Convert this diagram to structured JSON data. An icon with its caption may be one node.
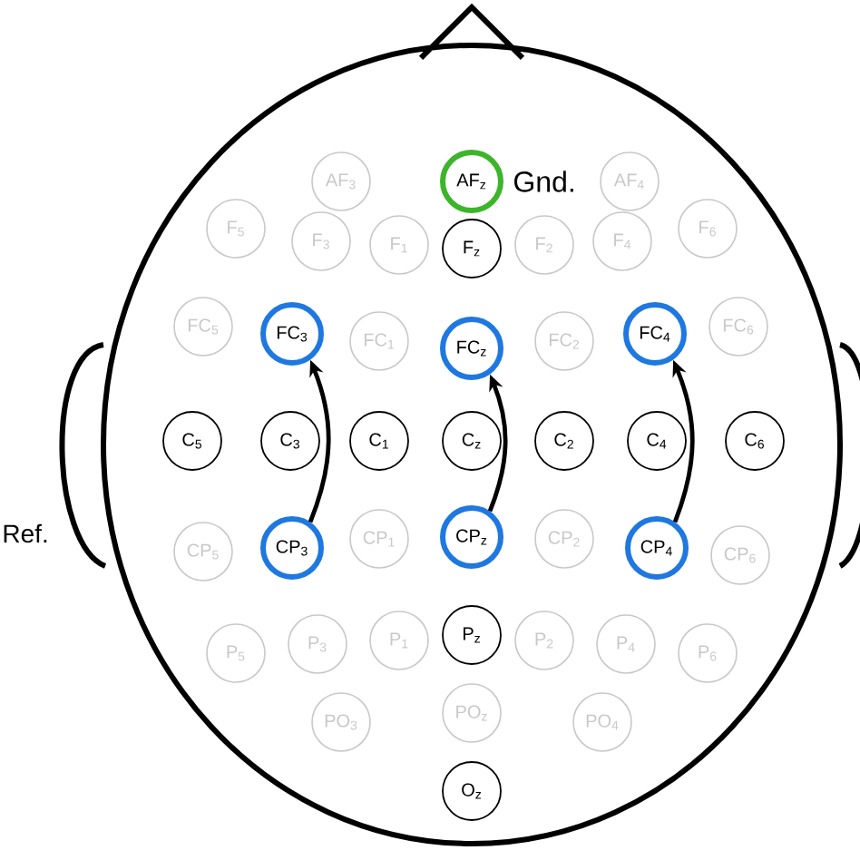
{
  "diagram": {
    "nodes": [
      {
        "text": [
          "AF$_{3}$"
        ]
      },
      {
        "text": [
          "AF$_{z}$"
        ],
        "beside": [
          "Gnd."
        ]
      },
      {
        "text": [
          "AF$_{4}$"
        ]
      },
      {
        "text": [
          "F$_{5}$"
        ]
      },
      {
        "text": [
          "F$_{3}$"
        ]
      },
      {
        "text": [
          "F$_{1}$"
        ]
      },
      {
        "text": [
          "F$_{z}$"
        ]
      },
      {
        "text": [
          "F$_{2}$"
        ]
      },
      {
        "text": [
          "F$_{4}$"
        ]
      },
      {
        "text": [
          "F$_{6}$"
        ]
      },
      {
        "text": [
          "FC$_{5}$"
        ]
      },
      {
        "text": [
          "FC$_{3}$"
        ]
      },
      {
        "text": [
          "FC$_{1}$"
        ]
      },
      {
        "text": [
          "FC$_{z}$"
        ]
      },
      {
        "text": [
          "FC$_{2}$"
        ]
      },
      {
        "text": [
          "FC$_{4}$"
        ]
      },
      {
        "text": [
          "FC$_{6}$"
        ]
      },
      {
        "text": [
          "C$_{5}$"
        ]
      },
      {
        "text": [
          "C$_{3}$"
        ]
      },
      {
        "text": [
          "C$_{1}$"
        ]
      },
      {
        "text": [
          "C$_{z}$"
        ]
      },
      {
        "text": [
          "C$_{2}$"
        ]
      },
      {
        "text": [
          "C$_{4}$"
        ]
      },
      {
        "text": [
          "C$_{6}$"
        ]
      },
      {
        "text": [
          "CP$_{5}$"
        ]
      },
      {
        "text": [
          "CP$_{3}$"
        ]
      },
      {
        "text": [
          "CP$_{1}$"
        ]
      },
      {
        "text": [
          "CP$_{z}$"
        ]
      },
      {
        "text": [
          "CP$_{2}$"
        ]
      },
      {
        "text": [
          "CP$_{4}$"
        ]
      },
      {
        "text": [
          "CP$_{6}$"
        ]
      },
      {
        "text": [
          "P$_{5}$"
        ]
      },
      {
        "text": [
          "P$_{3}$"
        ]
      },
      {
        "text": [
          "P$_{1}$"
        ]
      },
      {
        "text": [
          "P$_{z}$"
        ]
      },
      {
        "text": [
          "P$_{2}$"
        ]
      },
      {
        "text": [
          "P$_{4}$"
        ]
      },
      {
        "text": [
          "P$_{6}$"
        ]
      },
      {
        "text": [
          "PO$_{3}$"
        ]
      },
      {
        "text": [
          "PO$_{z}$"
        ]
      },
      {
        "text": [
          "PO$_{4}$"
        ]
      },
      {
        "text": [
          "O$_{z}$"
        ]
      }
    ],
    "edges": [
      {
        "from": 25,
        "to": 11,
        "arrow": "to"
      },
      {
        "from": 27,
        "to": 13,
        "arrow": "to"
      },
      {
        "from": 29,
        "to": 15,
        "arrow": "to"
      }
    ],
    "labels": [
      "Ref."
    ]
  }
}
